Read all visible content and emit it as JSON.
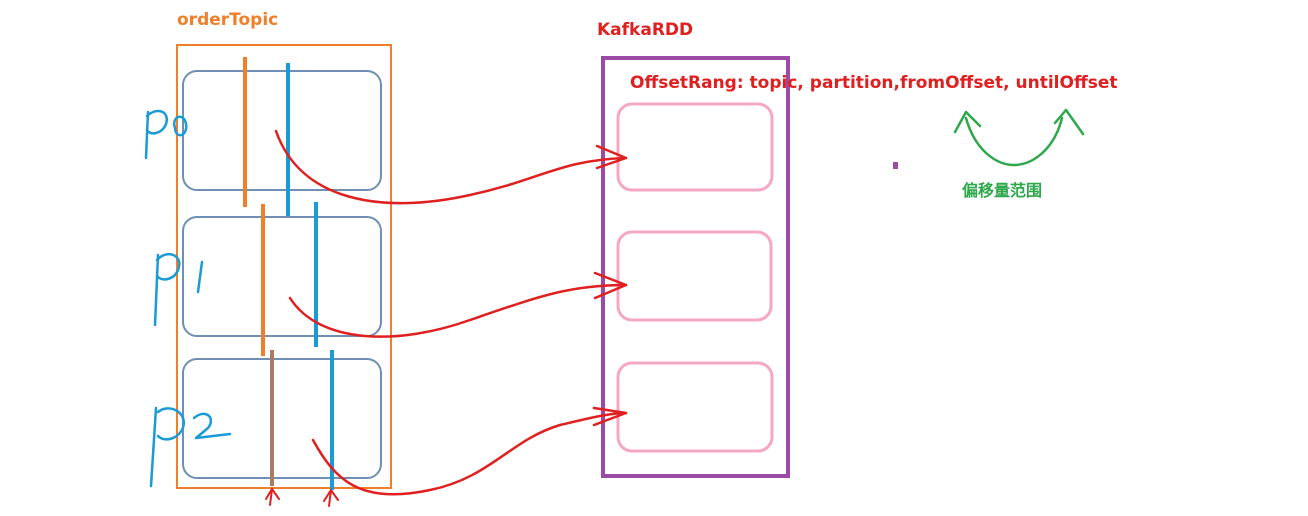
{
  "topic": {
    "title": "orderTopic",
    "partitions": [
      {
        "label": "p0"
      },
      {
        "label": "p1"
      },
      {
        "label": "p2"
      }
    ]
  },
  "rdd": {
    "title": "KafkaRDD",
    "offset_caption": "OffsetRang: topic, partition,fromOffset, untilOffset",
    "partitions": [
      {
        "id": "rdd-partition-0"
      },
      {
        "id": "rdd-partition-1"
      },
      {
        "id": "rdd-partition-2"
      }
    ]
  },
  "annotation": {
    "range_caption": "偏移量范围"
  },
  "colors": {
    "topic_frame": "#f07f2a",
    "partition_box": "#6f8fb5",
    "orange_marker": "#f07f2a",
    "blue_marker": "#1a9ad6",
    "brown_marker": "#a87b63",
    "rdd_frame": "#9b4aa5",
    "rdd_partition": "#f5a8c4",
    "arrow_red": "#e02020",
    "range_green": "#2ea84a",
    "handwriting_blue": "#1a9ad6",
    "dot_purple": "#9b4aa5"
  }
}
